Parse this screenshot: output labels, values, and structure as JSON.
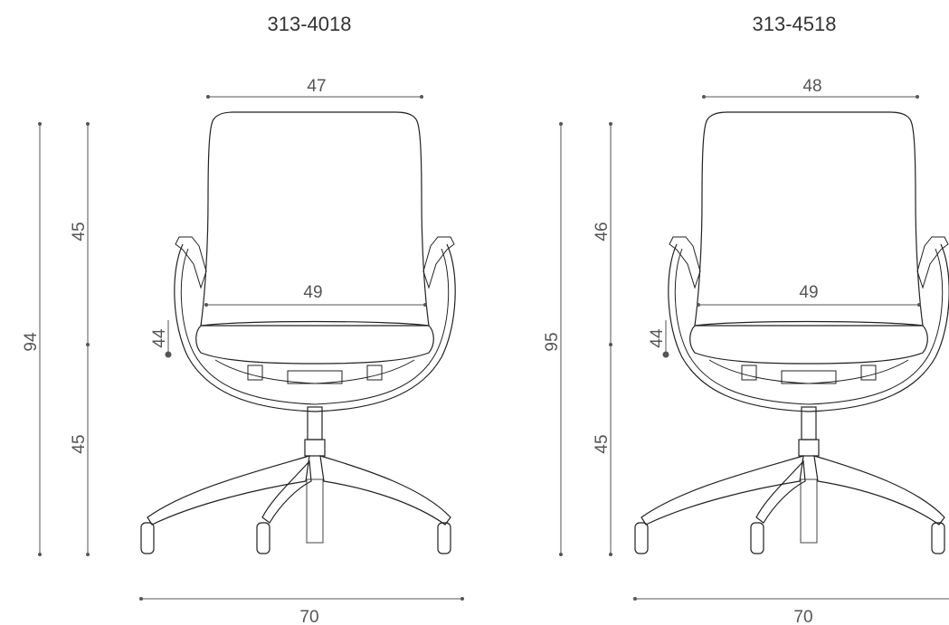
{
  "models": [
    {
      "code": "313-4018",
      "back_width": "47",
      "seat_width": "49",
      "back_height": "45",
      "seat_height": "45",
      "total_height": "94",
      "armrest_height": "44",
      "base_width": "70"
    },
    {
      "code": "313-4518",
      "back_width": "48",
      "seat_width": "49",
      "back_height": "46",
      "seat_height": "45",
      "total_height": "95",
      "armrest_height": "44",
      "base_width": "70"
    }
  ],
  "colors": {
    "line": "#333333",
    "dim_line": "#555555",
    "text": "#555555",
    "title": "#333333"
  }
}
